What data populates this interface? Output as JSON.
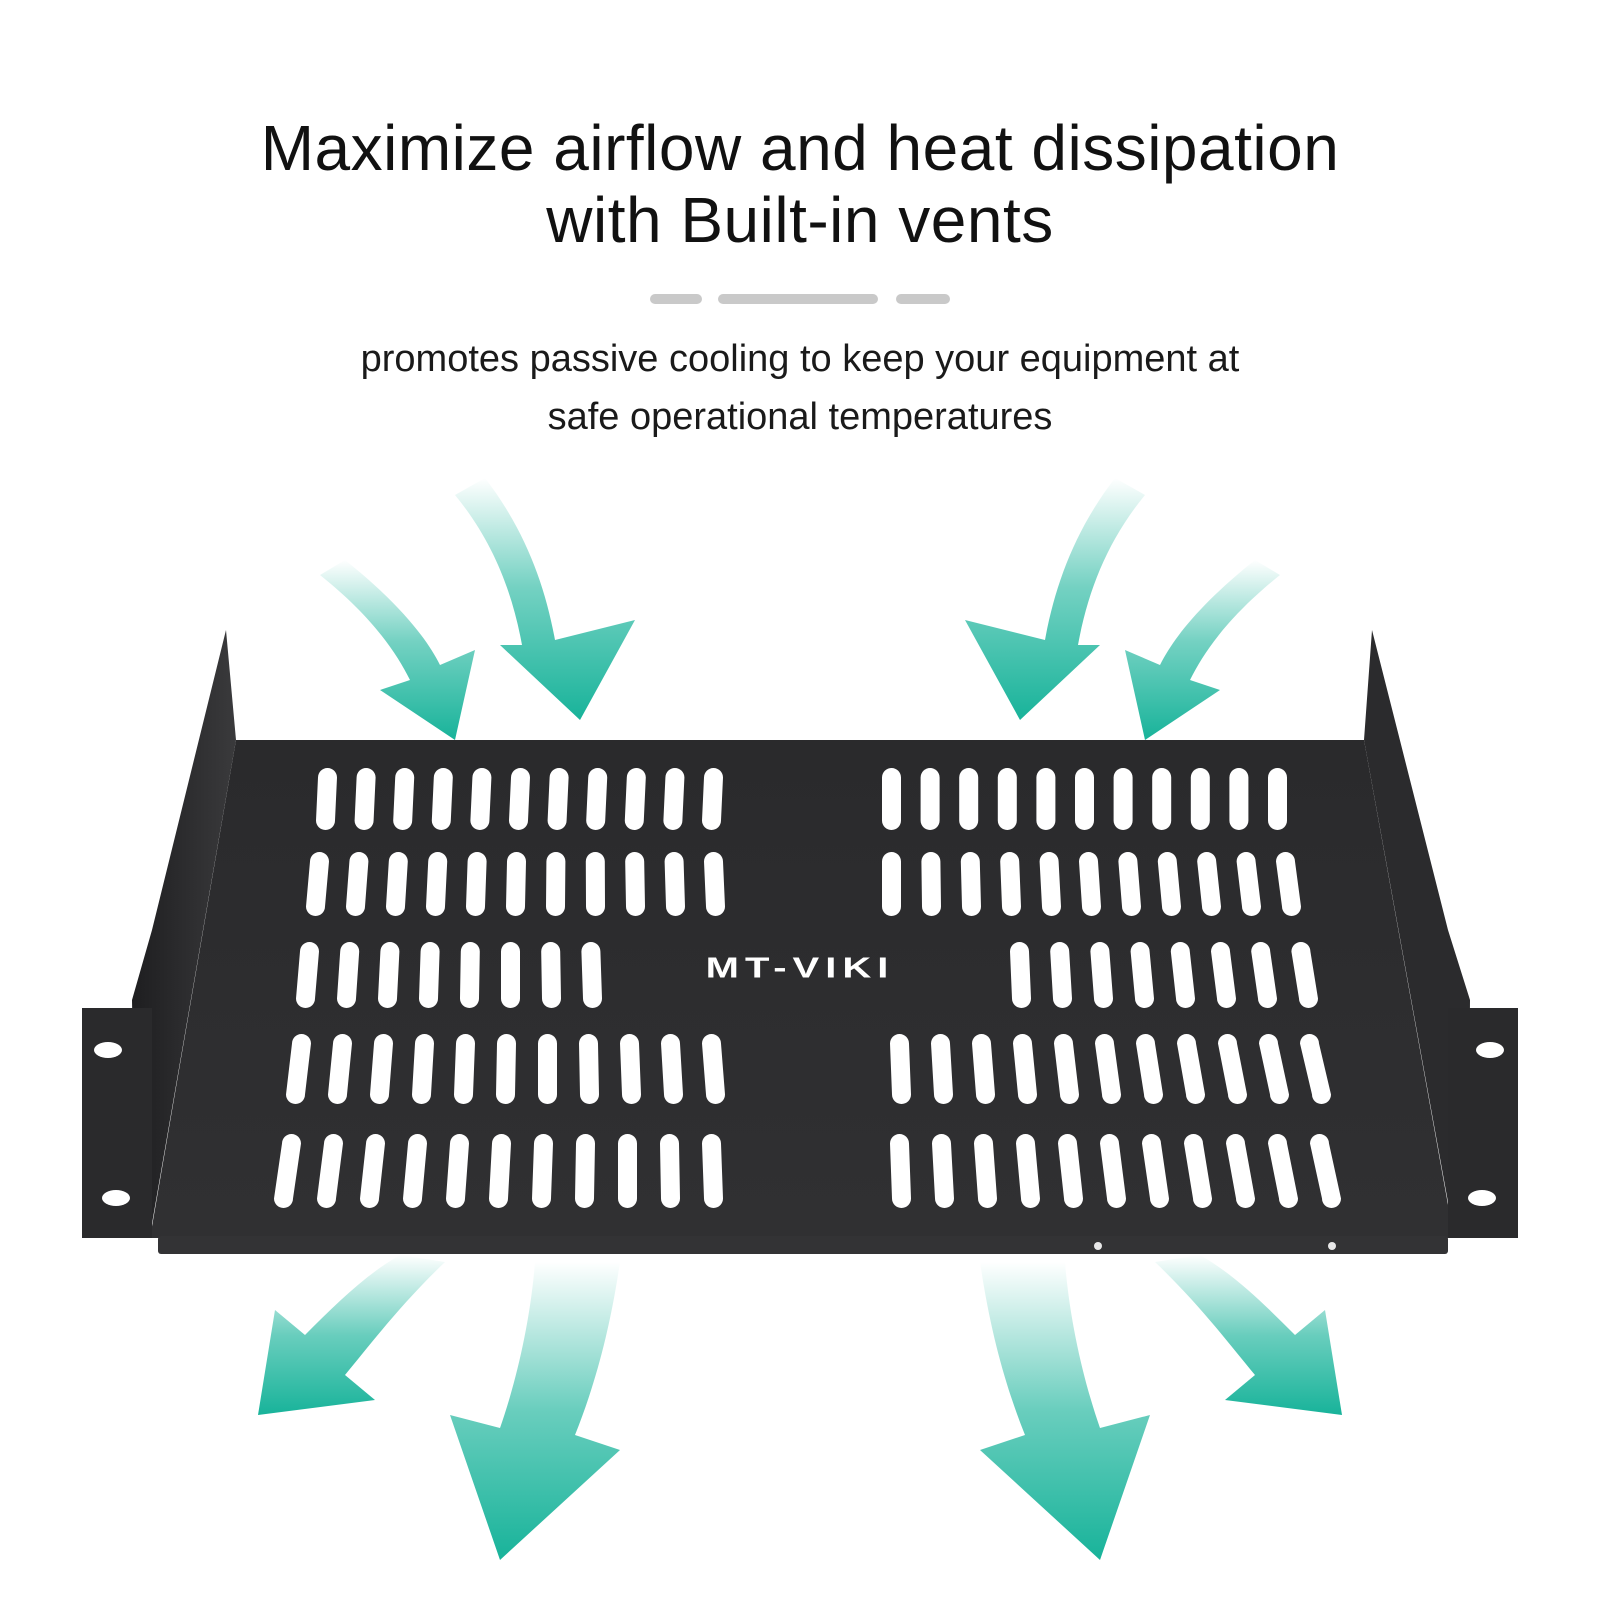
{
  "header": {
    "title_line1": "Maximize airflow and heat dissipation",
    "title_line2": "with Built-in vents",
    "subtitle_line1": "promotes passive cooling to keep your equipment at",
    "subtitle_line2": "safe operational temperatures"
  },
  "product": {
    "brand": "MT-VIKI"
  },
  "colors": {
    "arrow": "#18b39a",
    "shelf": "#2c2c2e",
    "vent": "#ffffff",
    "divider": "#c9c9c9"
  },
  "icons": {
    "airflow": "airflow-arrow-icon",
    "mount_hole": "mount-hole-icon"
  }
}
